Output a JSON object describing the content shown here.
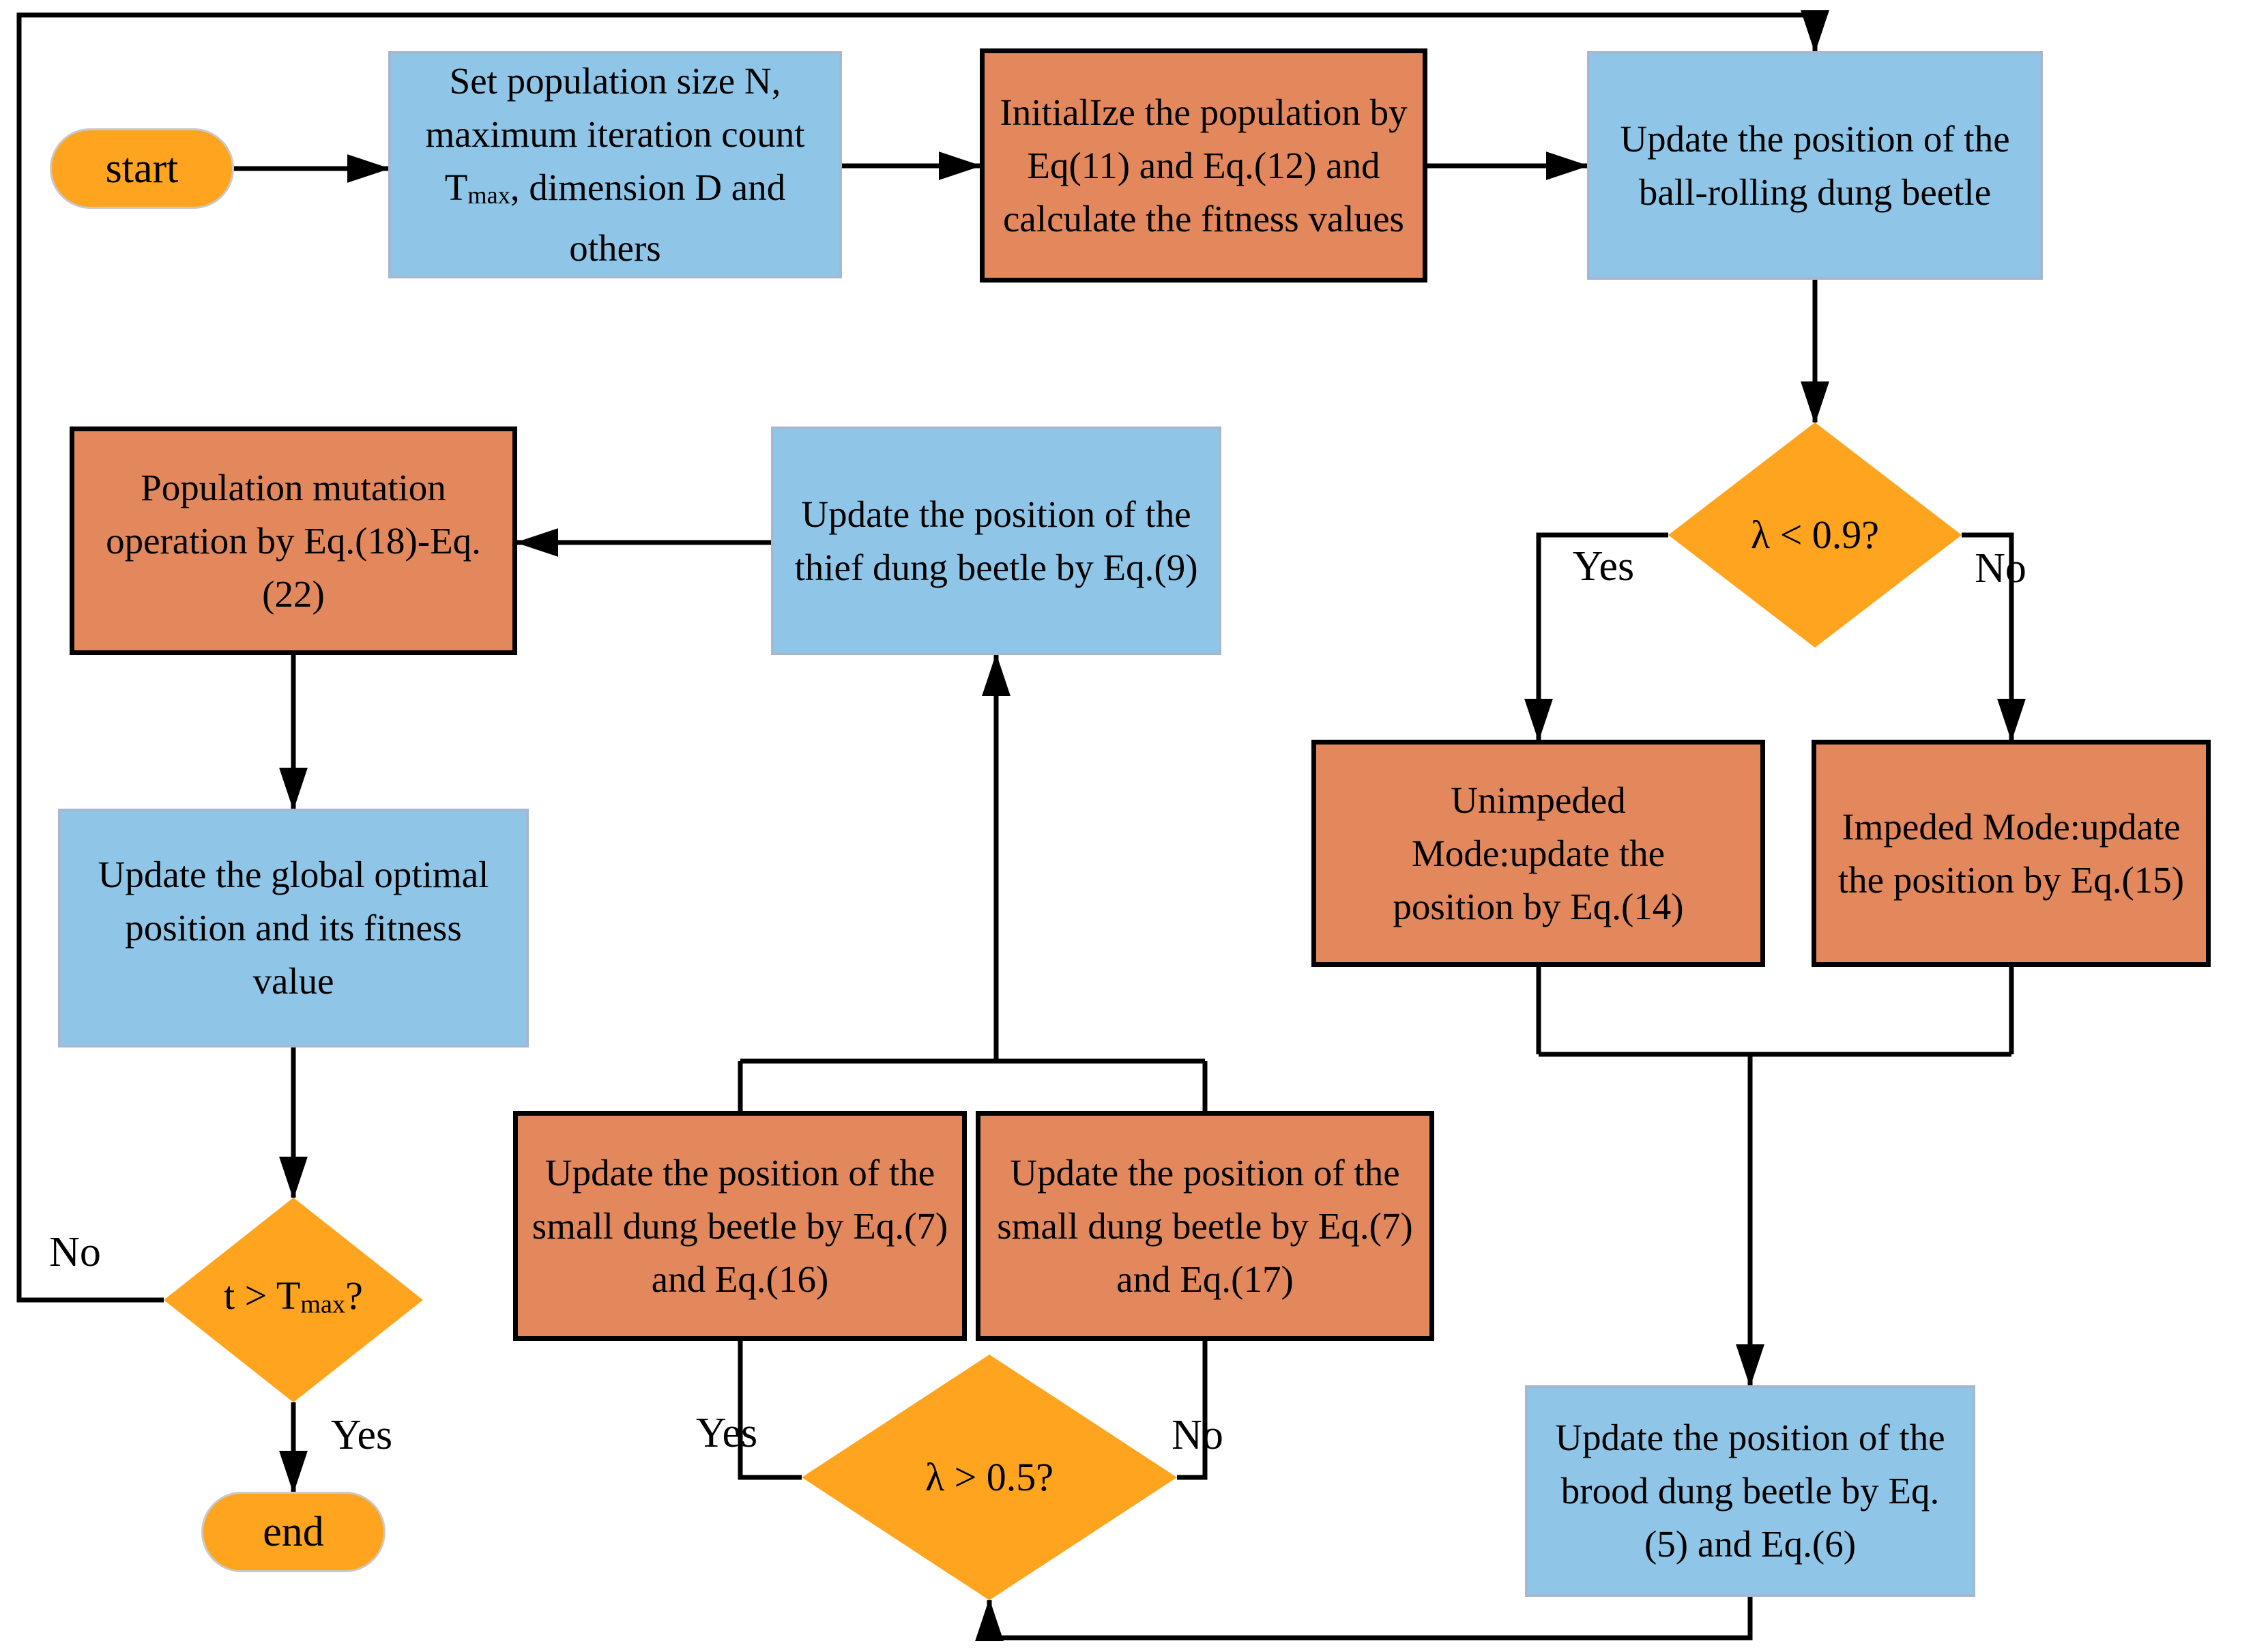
{
  "diagram_type": "flowchart",
  "colors": {
    "process_blue": "#8FC6E8",
    "process_salmon": "#E2885C",
    "terminal_and_decision_orange": "#FFA41E",
    "connector": "#000000",
    "background": "#FFFFFF"
  },
  "nodes": {
    "start": {
      "label": "start"
    },
    "set_params": {
      "part1": "Set population size N, maximum iteration count T",
      "sub": "max",
      "part2": ", dimension D and others"
    },
    "initialize": {
      "label": "InitialIze the population by Eq(11) and Eq.(12) and calculate the fitness values"
    },
    "ball_rolling": {
      "label": "Update the position of the ball-rolling dung beetle"
    },
    "lambda09": {
      "label": "λ < 0.9?"
    },
    "unimpeded": {
      "label": "Unimpeded Mode:update the position by Eq.(14)"
    },
    "impeded": {
      "label": "Impeded Mode:update the position by Eq.(15)"
    },
    "mutation": {
      "label": "Population mutation operation by Eq.(18)-Eq.(22)"
    },
    "thief": {
      "label": "Update the position of the thief dung beetle by Eq.(9)"
    },
    "global_opt": {
      "label": "Update the global optimal position and its fitness value"
    },
    "tmax_check": {
      "part1": "t > T",
      "sub": "max",
      "part2": "?"
    },
    "small_eq16": {
      "label": "Update the position of the small dung beetle by Eq.(7) and Eq.(16)"
    },
    "small_eq17": {
      "label": "Update the position of the small dung beetle by Eq.(7) and Eq.(17)"
    },
    "lambda05": {
      "label": "λ > 0.5?"
    },
    "brood": {
      "label": "Update the position of the brood dung beetle by Eq.(5) and Eq.(6)"
    },
    "end": {
      "label": "end"
    }
  },
  "edge_labels": {
    "lambda09_yes": "Yes",
    "lambda09_no": "No",
    "lambda05_yes": "Yes",
    "lambda05_no": "No",
    "tmax_yes": "Yes",
    "tmax_no": "No"
  }
}
